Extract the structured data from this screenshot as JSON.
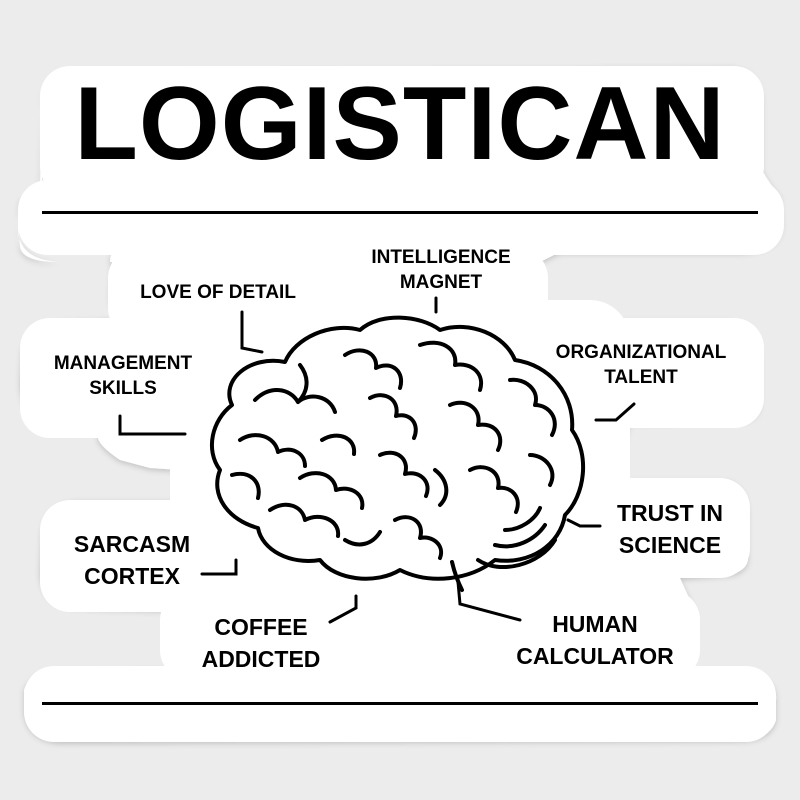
{
  "title": "LOGISTICAN",
  "labels": {
    "intelligence_magnet": [
      "INTELLIGENCE",
      "MAGNET"
    ],
    "love_of_detail": [
      "LOVE OF DETAIL"
    ],
    "management_skills": [
      "MANAGEMENT",
      "SKILLS"
    ],
    "organizational_talent": [
      "ORGANIZATIONAL",
      "TALENT"
    ],
    "sarcasm_cortex": [
      "SARCASM",
      "CORTEX"
    ],
    "trust_in_science": [
      "TRUST IN",
      "SCIENCE"
    ],
    "coffee_addicted": [
      "COFFEE",
      "ADDICTED"
    ],
    "human_calculator": [
      "HUMAN",
      "CALCULATOR"
    ]
  },
  "colors": {
    "ink": "#000000",
    "sticker": "#ffffff",
    "background": "#ececec"
  },
  "icons": [
    "brain-icon"
  ]
}
